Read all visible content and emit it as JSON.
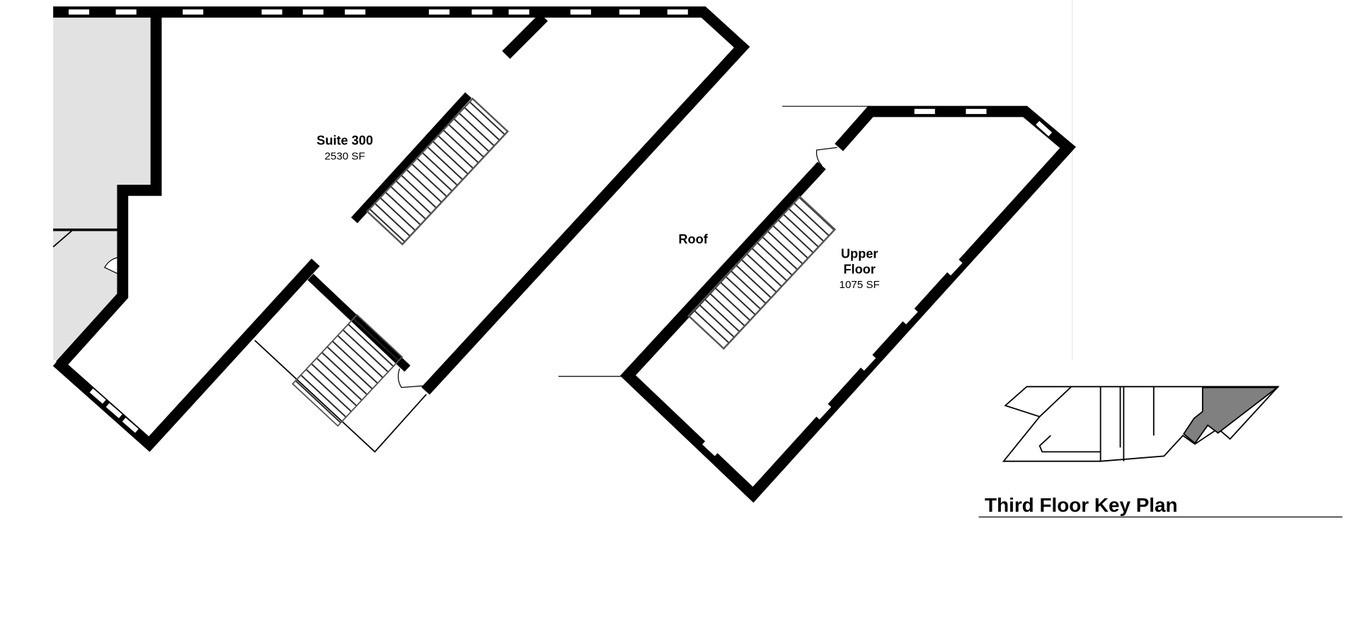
{
  "rooms": {
    "suite": {
      "name": "Suite 300",
      "area": "2530 SF"
    },
    "roof": {
      "name": "Roof"
    },
    "upper": {
      "name_line1": "Upper",
      "name_line2": "Floor",
      "area": "1075 SF"
    }
  },
  "key_plan": {
    "title": "Third Floor Key Plan",
    "highlight_color": "#808080"
  },
  "colors": {
    "wall": "#000000",
    "adjacent_space": "#e2e2e2"
  }
}
